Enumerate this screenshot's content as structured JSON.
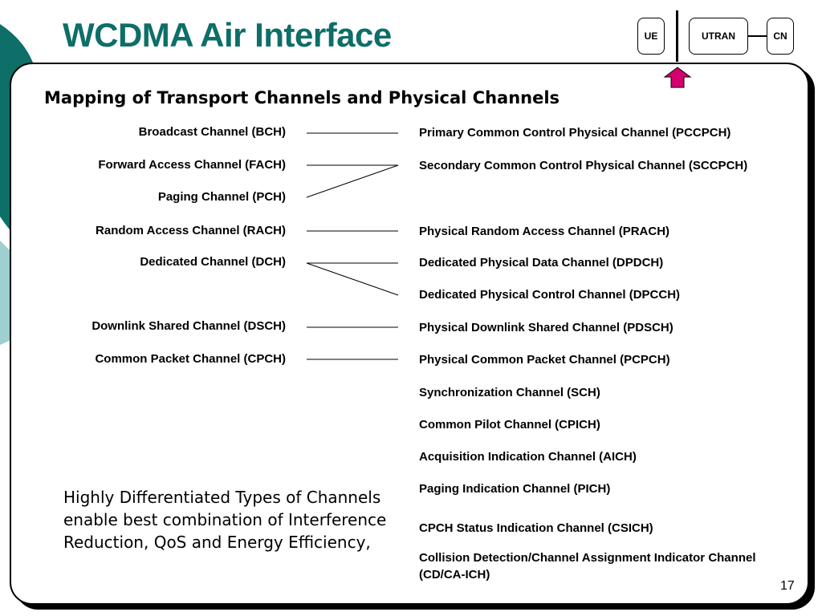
{
  "slide": {
    "title": "WCDMA Air Interface",
    "subtitle": "Mapping of Transport Channels and Physical Channels",
    "page_number": "17",
    "note": "Highly Differentiated Types of Channels enable best combination of Interference Reduction, QoS and Energy Efficiency,"
  },
  "network_diagram": {
    "ue": "UE",
    "utran": "UTRAN",
    "cn": "CN"
  },
  "transport_channels": [
    "Broadcast Channel (BCH)",
    "Forward Access Channel (FACH)",
    "Paging Channel (PCH)",
    "Random Access Channel (RACH)",
    "Dedicated Channel (DCH)",
    "Downlink Shared Channel (DSCH)",
    "Common Packet Channel (CPCH)"
  ],
  "physical_channels": [
    "Primary Common Control Physical Channel (PCCPCH)",
    "Secondary Common Control Physical Channel (SCCPCH)",
    "Physical Random Access Channel (PRACH)",
    "Dedicated Physical Data Channel (DPDCH)",
    "Dedicated Physical Control Channel (DPCCH)",
    "Physical Downlink Shared Channel (PDSCH)",
    "Physical Common Packet Channel (PCPCH)",
    "Synchronization Channel (SCH)",
    "Common Pilot Channel (CPICH)",
    "Acquisition Indication Channel (AICH)",
    "Paging Indication Channel (PICH)",
    "CPCH Status Indication Channel (CSICH)",
    "Collision Detection/Channel Assignment Indicator Channel (CD/CA-ICH)"
  ],
  "mappings": [
    [
      0,
      0
    ],
    [
      1,
      1
    ],
    [
      2,
      1
    ],
    [
      3,
      2
    ],
    [
      4,
      3
    ],
    [
      4,
      4
    ],
    [
      5,
      5
    ],
    [
      6,
      6
    ]
  ],
  "colors": {
    "title": "#0e6e68",
    "arrow": "#d4006e",
    "deco_dark": "#0e6e68",
    "deco_light": "#9fcfcf"
  },
  "icons": {
    "arrow": "up-arrow-icon"
  }
}
